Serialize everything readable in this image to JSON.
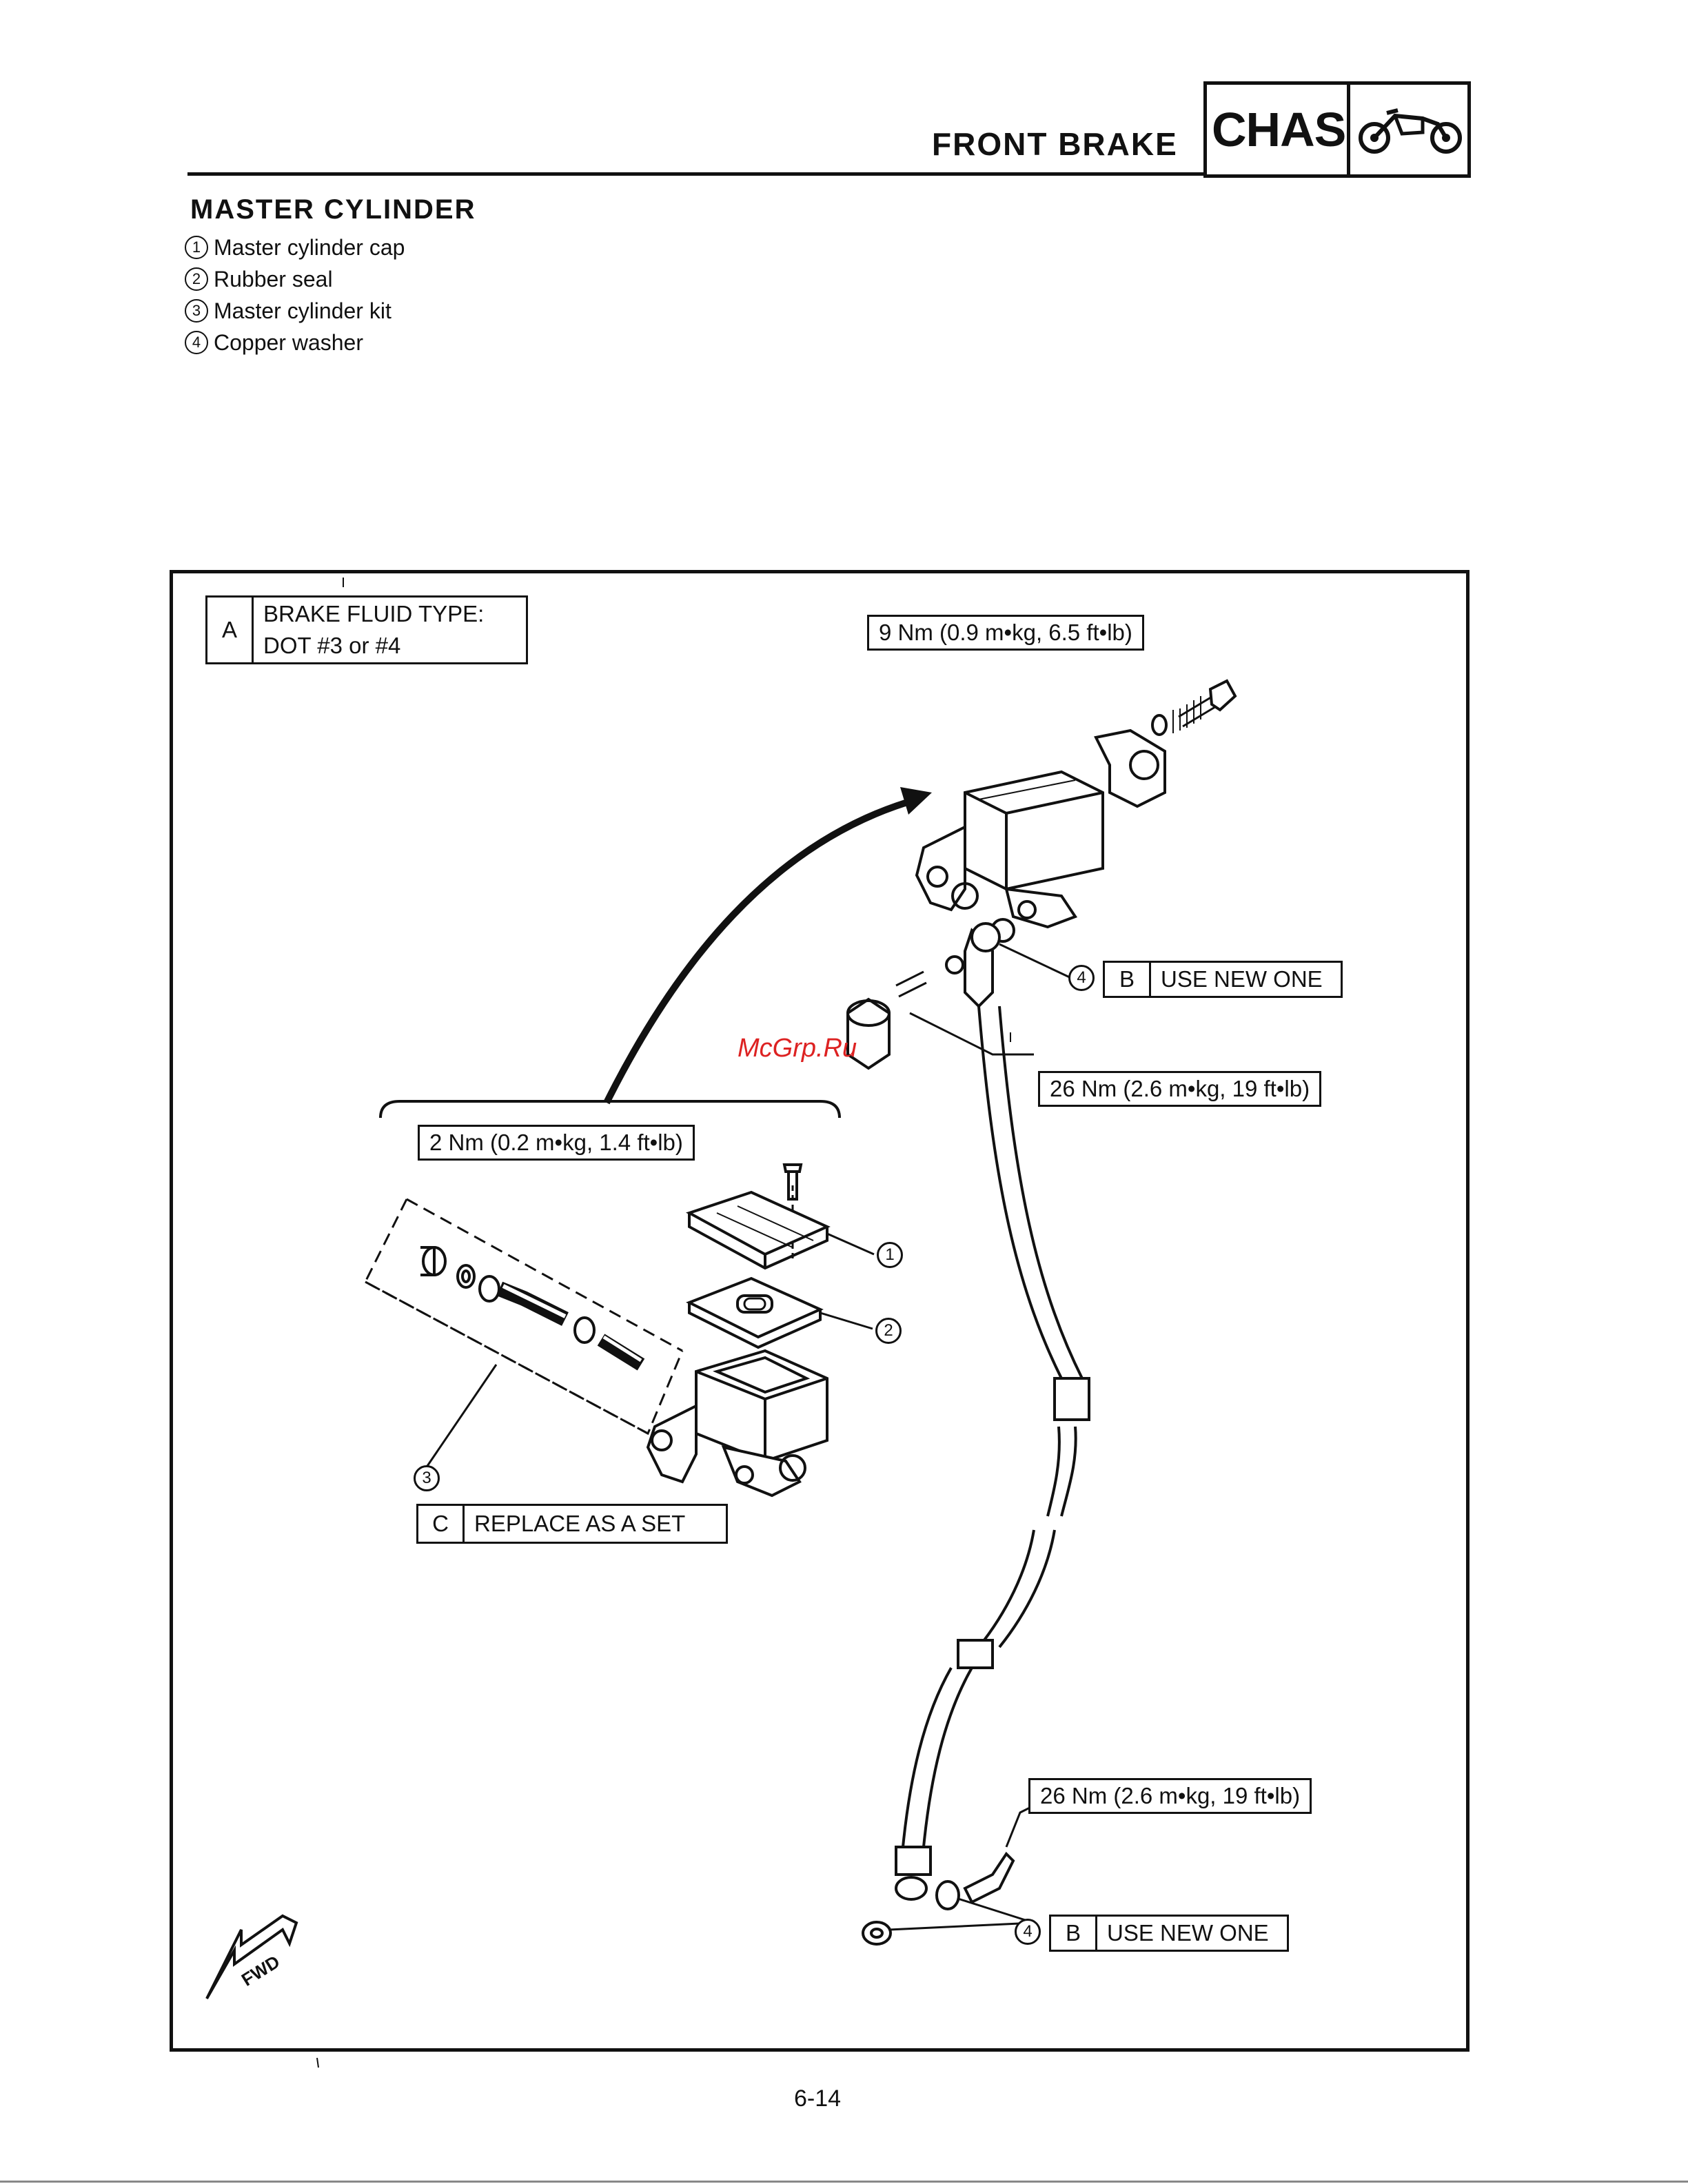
{
  "header": {
    "section_title": "FRONT BRAKE",
    "chapter_badge": "CHAS",
    "chapter_icon": "motorcycle-icon"
  },
  "section": {
    "title": "MASTER CYLINDER",
    "parts": [
      {
        "num": "1",
        "label": "Master cylinder cap"
      },
      {
        "num": "2",
        "label": "Rubber seal"
      },
      {
        "num": "3",
        "label": "Master cylinder kit"
      },
      {
        "num": "4",
        "label": "Copper washer"
      }
    ]
  },
  "diagram": {
    "note_a": {
      "key": "A",
      "line1": "BRAKE FLUID TYPE:",
      "line2": "DOT #3 or #4"
    },
    "torque_top": "9 Nm (0.9 m•kg, 6.5 ft•lb)",
    "torque_banjo_upper": "26 Nm (2.6 m•kg, 19 ft•lb)",
    "torque_cap_screw": "2 Nm (0.2 m•kg, 1.4 ft•lb)",
    "torque_banjo_lower": "26 Nm (2.6 m•kg, 19 ft•lb)",
    "note_b_upper": {
      "callout": "4",
      "key": "B",
      "text": "USE NEW ONE"
    },
    "note_b_lower": {
      "callout": "4",
      "key": "B",
      "text": "USE NEW ONE"
    },
    "note_c": {
      "key": "C",
      "text": "REPLACE AS A SET"
    },
    "callout_1": "1",
    "callout_2": "2",
    "callout_3": "3",
    "fwd_label": "FWD",
    "watermark": "McGrp.Ru"
  },
  "footer": {
    "page_number": "6-14"
  }
}
